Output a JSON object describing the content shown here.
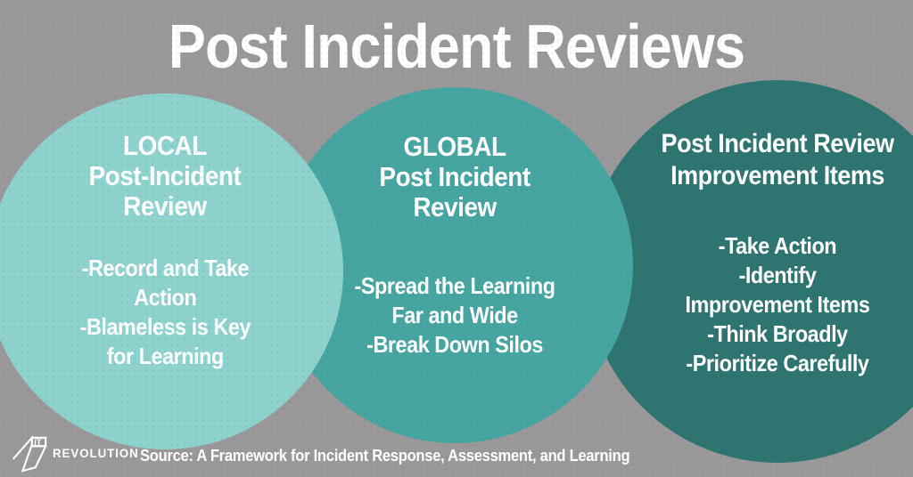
{
  "title": "Post Incident Reviews",
  "colors": {
    "background": "#9b989a",
    "local_circle": "#8ed2cd",
    "global_circle": "#47a5a1",
    "improvement_circle": "#2e7470",
    "text": "#ffffff"
  },
  "circles": [
    {
      "name": "local",
      "heading_lines": [
        "LOCAL",
        "Post-Incident",
        "Review"
      ],
      "body_lines": [
        "-Record and Take",
        "Action",
        "-Blameless is Key",
        "for Learning"
      ]
    },
    {
      "name": "global",
      "heading_lines": [
        "GLOBAL",
        "Post Incident",
        "Review"
      ],
      "body_lines": [
        "-Spread the Learning",
        "Far and Wide",
        "-Break Down Silos"
      ]
    },
    {
      "name": "improvement",
      "heading_lines": [
        "Post Incident Review",
        "Improvement Items"
      ],
      "body_lines": [
        "-Take Action",
        "-Identify",
        "Improvement Items",
        "-Think Broadly",
        "-Prioritize Carefully"
      ]
    }
  ],
  "footer": {
    "logo_it": "IT",
    "logo_revolution": "REVOLUTION",
    "source": "Source: A Framework for Incident Response, Assessment, and Learning"
  }
}
